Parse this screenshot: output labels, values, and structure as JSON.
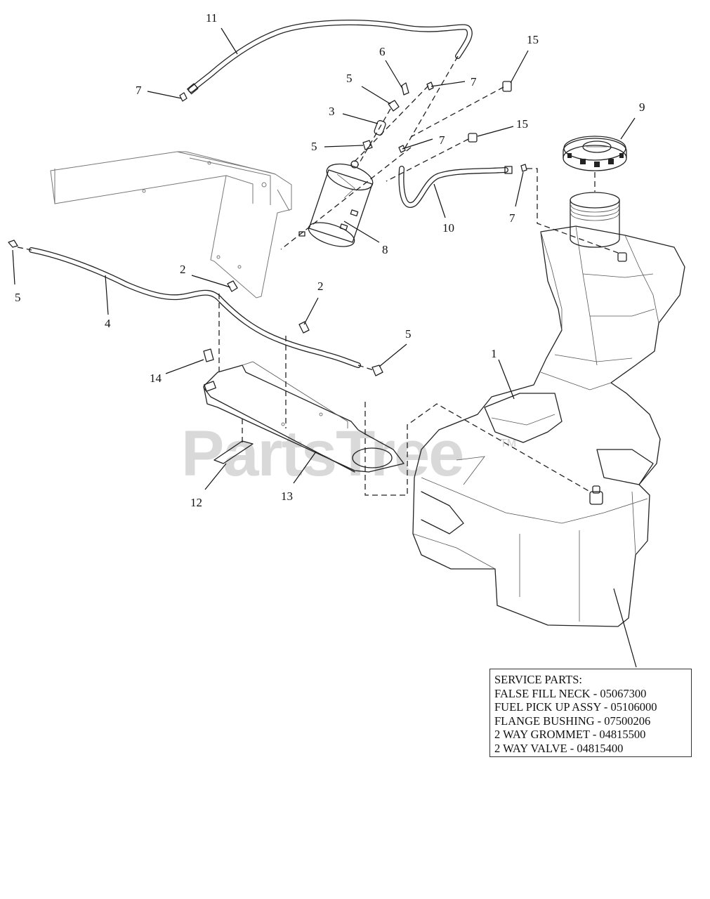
{
  "watermark": {
    "text": "PartsTree",
    "tm": "TM"
  },
  "callouts": [
    {
      "id": "c11",
      "text": "11"
    },
    {
      "id": "c6",
      "text": "6"
    },
    {
      "id": "c15a",
      "text": "15"
    },
    {
      "id": "c5a",
      "text": "5"
    },
    {
      "id": "c7a",
      "text": "7"
    },
    {
      "id": "c7b",
      "text": "7"
    },
    {
      "id": "c3",
      "text": "3"
    },
    {
      "id": "c9",
      "text": "9"
    },
    {
      "id": "c15b",
      "text": "15"
    },
    {
      "id": "c5b",
      "text": "5"
    },
    {
      "id": "c7c",
      "text": "7"
    },
    {
      "id": "c10",
      "text": "10"
    },
    {
      "id": "c7d",
      "text": "7"
    },
    {
      "id": "c8",
      "text": "8"
    },
    {
      "id": "c5c",
      "text": "5"
    },
    {
      "id": "c2a",
      "text": "2"
    },
    {
      "id": "c4",
      "text": "4"
    },
    {
      "id": "c2b",
      "text": "2"
    },
    {
      "id": "c5d",
      "text": "5"
    },
    {
      "id": "c14",
      "text": "14"
    },
    {
      "id": "c1",
      "text": "1"
    },
    {
      "id": "c12",
      "text": "12"
    },
    {
      "id": "c13",
      "text": "13"
    }
  ],
  "service_parts": {
    "title": "SERVICE PARTS:",
    "lines": [
      "FALSE FILL NECK - 05067300",
      "FUEL PICK UP ASSY - 05106000",
      "FLANGE BUSHING - 07500206",
      "2 WAY GROMMET - 04815500",
      "2 WAY VALVE - 04815400"
    ]
  }
}
